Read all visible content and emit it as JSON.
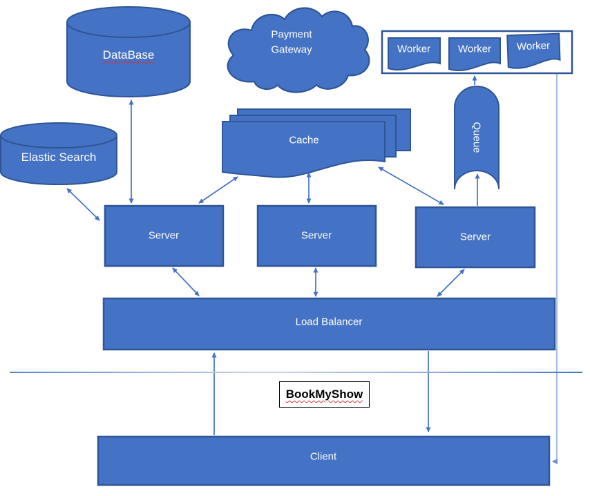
{
  "app": {
    "type": "system-architecture-diagram",
    "title": "BookMyShow"
  },
  "colors": {
    "shape_fill": "#4472C4",
    "shape_border": "#2F5597",
    "connector": "#4472C4",
    "light_connector": "#A4BFE4",
    "spellcheck_underline": "#D13438",
    "brand_box_border": "#000000"
  },
  "nodes": {
    "database": {
      "label": "DataBase",
      "shape": "cylinder"
    },
    "elastic_search": {
      "label": "Elastic Search",
      "shape": "cylinder"
    },
    "payment_gateway": {
      "label": "Payment Gateway",
      "shape": "cloud"
    },
    "worker_group": {
      "shape": "container",
      "workers": [
        {
          "label": "Worker",
          "shape": "document"
        },
        {
          "label": "Worker",
          "shape": "document"
        },
        {
          "label": "Worker",
          "shape": "document"
        }
      ]
    },
    "cache": {
      "label": "Cache",
      "shape": "multidocument"
    },
    "queue": {
      "label": "Queue",
      "shape": "vertical-can"
    },
    "servers": [
      {
        "label": "Server",
        "shape": "rectangle"
      },
      {
        "label": "Server",
        "shape": "rectangle"
      },
      {
        "label": "Server",
        "shape": "rectangle"
      }
    ],
    "load_balancer": {
      "label": "Load Balancer",
      "shape": "rectangle"
    },
    "client": {
      "label": "Client",
      "shape": "rectangle"
    },
    "brand": {
      "label": "BookMyShow",
      "shape": "label-box"
    }
  },
  "edges": [
    {
      "from": "database",
      "to": "server-1",
      "direction": "two-way"
    },
    {
      "from": "elastic_search",
      "to": "server-1",
      "direction": "two-way"
    },
    {
      "from": "cache",
      "to": "server-1",
      "direction": "two-way"
    },
    {
      "from": "cache",
      "to": "server-2",
      "direction": "two-way"
    },
    {
      "from": "cache",
      "to": "server-3",
      "direction": "two-way"
    },
    {
      "from": "server-3",
      "to": "queue",
      "direction": "one-way"
    },
    {
      "from": "queue",
      "to": "worker_group",
      "direction": "one-way"
    },
    {
      "from": "server-1",
      "to": "load_balancer",
      "direction": "two-way"
    },
    {
      "from": "server-2",
      "to": "load_balancer",
      "direction": "two-way"
    },
    {
      "from": "server-3",
      "to": "load_balancer",
      "direction": "two-way"
    },
    {
      "from": "load_balancer",
      "to": "client",
      "direction": "one-way"
    },
    {
      "from": "client",
      "to": "load_balancer",
      "direction": "one-way"
    },
    {
      "from": "worker_group",
      "to": "client",
      "direction": "one-way"
    }
  ]
}
